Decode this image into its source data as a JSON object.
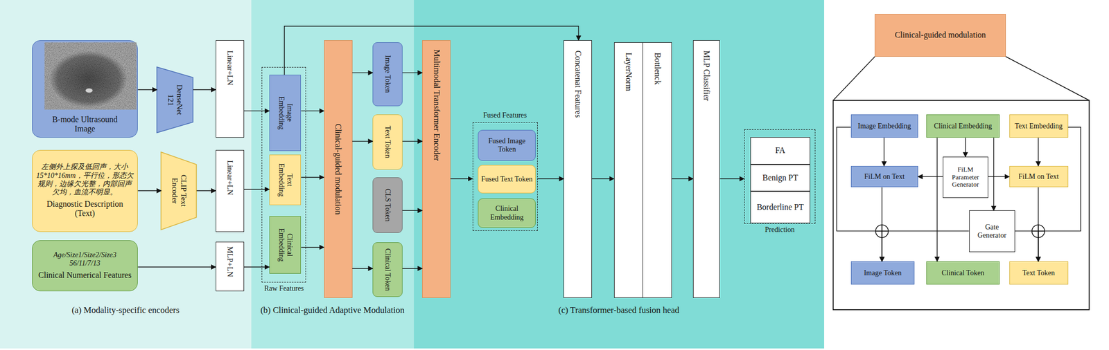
{
  "diagram": {
    "nodes": [
      {
        "text": [
          "(a) Modality-specific encoders"
        ]
      },
      {
        "text": [
          "B-mode Ultrasound Image"
        ],
        "in": 0
      },
      {
        "text": [
          "DenseNet 121"
        ],
        "in": 0
      },
      {
        "text": [
          "Linear+LN"
        ],
        "in": 0
      },
      {
        "text": [
          "左侧外上探及低回声，大小15*10*16mm，平行位，形态欠规则，边缘欠光整，内部回声欠均，血流不明显。",
          "Diagnostic Description (Text)"
        ],
        "in": 0
      },
      {
        "text": [
          "CLIP Text Encoder"
        ],
        "in": 0
      },
      {
        "text": [
          "Linear+LN"
        ],
        "in": 0
      },
      {
        "text": [
          "Age/Size1/Size2/Size3 56/11/7/13",
          "Clinical Numerical Features"
        ],
        "in": 0
      },
      {
        "text": [
          "MLP+LN"
        ],
        "in": 0
      },
      {
        "text": [
          "(b) Clinical-guided Adaptive Modulation"
        ]
      },
      {
        "text": [
          "Raw Features"
        ],
        "in": 9
      },
      {
        "text": [
          "Image Embedding"
        ],
        "in": 10
      },
      {
        "text": [
          "Text Embedding"
        ],
        "in": 10
      },
      {
        "text": [
          "Clinical Embedding"
        ],
        "in": 10
      },
      {
        "text": [
          "Clinical-guided modulation"
        ],
        "in": 9
      },
      {
        "text": [
          "Image Token"
        ],
        "in": 9
      },
      {
        "text": [
          "Text Token"
        ],
        "in": 9
      },
      {
        "text": [
          "CLS Token"
        ],
        "in": 9
      },
      {
        "text": [
          "Clinical Token"
        ],
        "in": 9
      },
      {
        "text": [
          "(c) Transformer-based fusion head"
        ]
      },
      {
        "text": [
          "Multimodal Transformer Encoder"
        ],
        "in": 19
      },
      {
        "text": [
          "Fused Features"
        ],
        "in": 19
      },
      {
        "text": [
          "Fused Image Token"
        ],
        "in": 21
      },
      {
        "text": [
          "Fused Text Token"
        ],
        "in": 21
      },
      {
        "text": [
          "Clinical Embedding"
        ],
        "in": 21
      },
      {
        "text": [
          "Concatenat Features"
        ],
        "in": 19
      },
      {
        "text": [
          "LayerNorm",
          "Bottlenck"
        ],
        "in": 19
      },
      {
        "text": [
          "MLP Classifier"
        ],
        "in": 19
      },
      {
        "text": [
          "Prediction"
        ],
        "in": 19
      },
      {
        "text": [
          "FA"
        ],
        "in": 28
      },
      {
        "text": [
          "Benign PT"
        ],
        "in": 28
      },
      {
        "text": [
          "Borderline PT"
        ],
        "in": 28
      },
      {
        "text": [
          "Clinical-guided modulation"
        ]
      },
      {
        "text": [
          "Image Embedding"
        ]
      },
      {
        "text": [
          "Clinical Embedding"
        ]
      },
      {
        "text": [
          "Text Embedding"
        ]
      },
      {
        "text": [
          "FiLM on Text"
        ]
      },
      {
        "text": [
          "FiLM Parameter Generator"
        ]
      },
      {
        "text": [
          "FiLM on Text"
        ]
      },
      {
        "text": [
          "Gate Generator"
        ]
      },
      {
        "text": [
          "Image Token"
        ]
      },
      {
        "text": [
          "Clinical Token"
        ]
      },
      {
        "text": [
          "Text Token"
        ]
      }
    ],
    "edges": [
      {
        "from": 1,
        "to": 2,
        "arrow": "to"
      },
      {
        "from": 2,
        "to": 3,
        "arrow": "to"
      },
      {
        "from": 3,
        "to": 11,
        "arrow": "to"
      },
      {
        "from": 4,
        "to": 5,
        "arrow": "to"
      },
      {
        "from": 5,
        "to": 6,
        "arrow": "to"
      },
      {
        "from": 6,
        "to": 12,
        "arrow": "to"
      },
      {
        "from": 7,
        "to": 8,
        "arrow": "to"
      },
      {
        "from": 8,
        "to": 13,
        "arrow": "to"
      },
      {
        "from": 11,
        "to": 14,
        "arrow": "to"
      },
      {
        "from": 12,
        "to": 14,
        "arrow": "to"
      },
      {
        "from": 13,
        "to": 14,
        "arrow": "to"
      },
      {
        "from": 11,
        "to": 25,
        "arrow": "to"
      },
      {
        "from": 14,
        "to": 15,
        "arrow": "to"
      },
      {
        "from": 14,
        "to": 16,
        "arrow": "to"
      },
      {
        "from": 14,
        "to": 18,
        "arrow": "to"
      },
      {
        "from": 15,
        "to": 20,
        "arrow": "to"
      },
      {
        "from": 16,
        "to": 20,
        "arrow": "to"
      },
      {
        "from": 17,
        "to": 20,
        "arrow": "to"
      },
      {
        "from": 18,
        "to": 20,
        "arrow": "to"
      },
      {
        "from": 20,
        "to": 21,
        "arrow": "to"
      },
      {
        "from": 21,
        "to": 25,
        "arrow": "to"
      },
      {
        "from": 25,
        "to": 26,
        "arrow": "to"
      },
      {
        "from": 26,
        "to": 27,
        "arrow": "to"
      },
      {
        "from": 27,
        "to": 28,
        "arrow": "to"
      },
      {
        "from": 33,
        "to": 36,
        "arrow": "to"
      },
      {
        "from": 34,
        "to": 37,
        "arrow": "to"
      },
      {
        "from": 37,
        "to": 36,
        "arrow": "to"
      },
      {
        "from": 37,
        "to": 38,
        "arrow": "to"
      },
      {
        "from": 35,
        "to": 38,
        "arrow": "to"
      },
      {
        "from": 36,
        "to": 40,
        "arrow": "to"
      },
      {
        "from": 38,
        "to": 42,
        "arrow": "to"
      },
      {
        "from": 34,
        "to": 41,
        "arrow": "to"
      },
      {
        "from": 34,
        "to": 39,
        "arrow": "to"
      },
      {
        "from": 39,
        "to": 40,
        "arrow": "to"
      },
      {
        "from": 39,
        "to": 42,
        "arrow": "to"
      },
      {
        "from": 33,
        "to": 40,
        "arrow": "to"
      },
      {
        "from": 35,
        "to": 42,
        "arrow": "to"
      }
    ]
  }
}
